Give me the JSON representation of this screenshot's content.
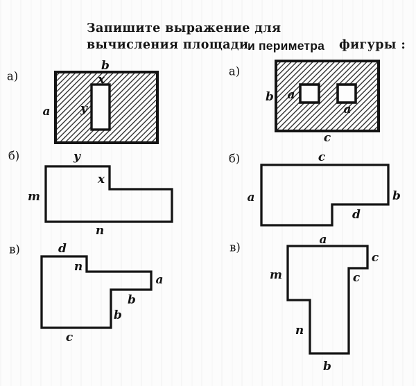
{
  "title": {
    "line1": "Запишите выражение для",
    "line2": "вычисления площади",
    "line2b": "и периметра",
    "line2c": "фигуры :"
  },
  "markers": {
    "left_a": "а)",
    "left_b": "б)",
    "left_v": "в)",
    "right_a": "а)",
    "right_b": "б)",
    "right_v": "в)"
  },
  "labels": {
    "la": {
      "b": "b",
      "x": "x",
      "y": "y",
      "a": "a"
    },
    "ra": {
      "b": "b",
      "a1": "a",
      "a2": "a",
      "c": "c"
    },
    "lb": {
      "y": "y",
      "x": "x",
      "m": "m",
      "n": "n"
    },
    "rb": {
      "c": "c",
      "a": "a",
      "b": "b",
      "d": "d"
    },
    "lv": {
      "d": "d",
      "n": "n",
      "a": "a",
      "b1": "b",
      "b2": "b",
      "c": "c"
    },
    "rv": {
      "a": "a",
      "c1": "c",
      "c2": "c",
      "m": "m",
      "n": "n",
      "b": "b"
    }
  },
  "colors": {
    "ink": "#161616",
    "paper": "#fcfcfc"
  }
}
